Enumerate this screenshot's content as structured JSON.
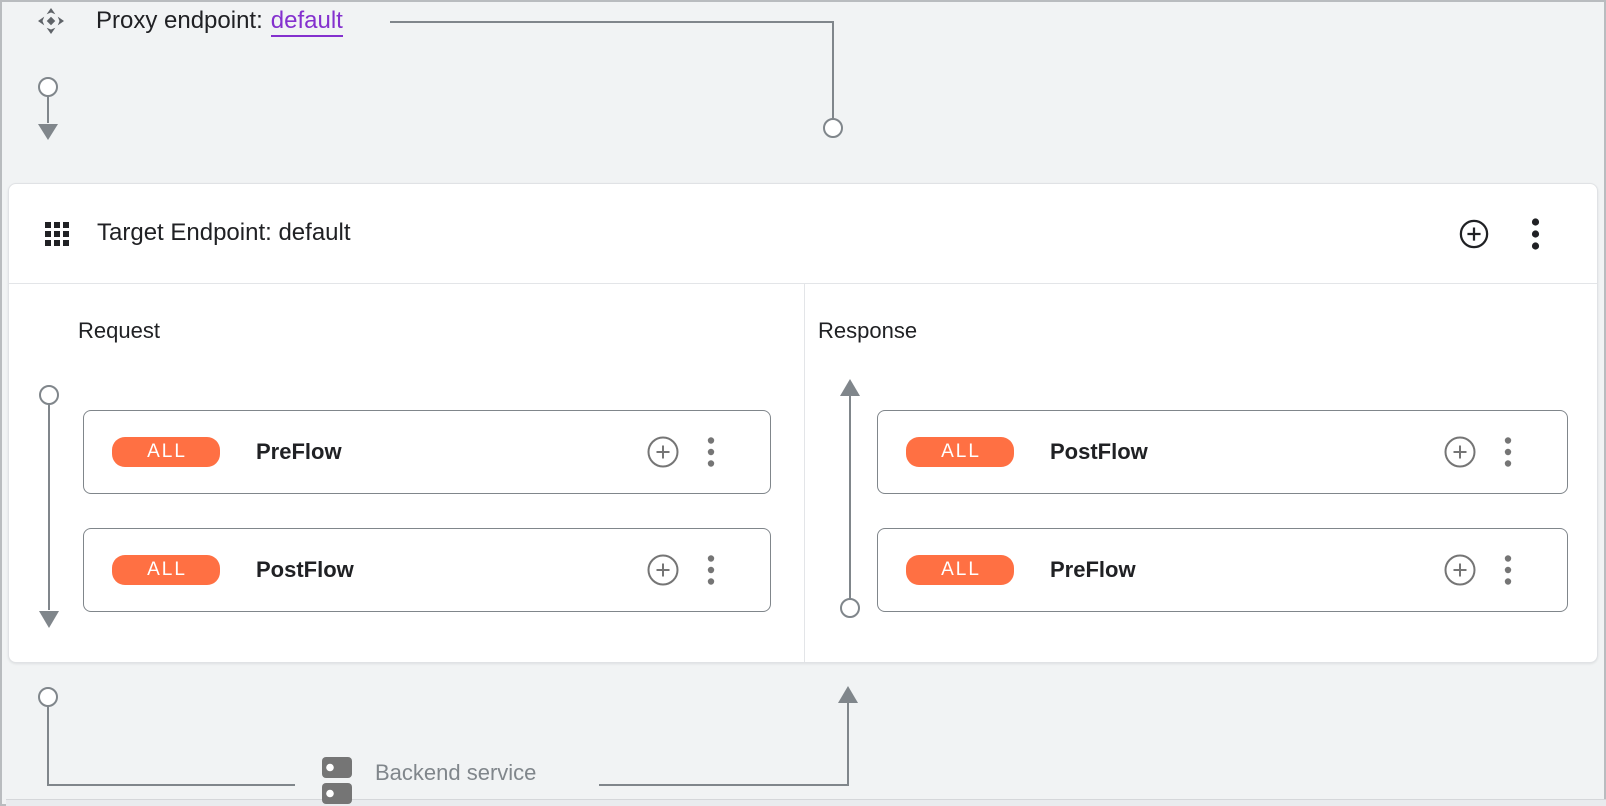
{
  "proxy_endpoint": {
    "label": "Proxy endpoint:",
    "name_link": "default"
  },
  "target_endpoint": {
    "title": "Target Endpoint: default"
  },
  "request": {
    "label": "Request",
    "flows": [
      {
        "condition_badge": "ALL",
        "name": "PreFlow"
      },
      {
        "condition_badge": "ALL",
        "name": "PostFlow"
      }
    ]
  },
  "response": {
    "label": "Response",
    "flows": [
      {
        "condition_badge": "ALL",
        "name": "PostFlow"
      },
      {
        "condition_badge": "ALL",
        "name": "PreFlow"
      }
    ]
  },
  "backend_service": {
    "label": "Backend service"
  },
  "icons": {
    "proxy_endpoint_icon": "diamond-arrows",
    "target_endpoint_icon": "grid-3x3",
    "add_icon": "plus-circle",
    "more_icon": "kebab-vertical",
    "backend_service_icon": "server-stack"
  },
  "colors": {
    "flow_badge_orange": "#FF7043",
    "link_purple": "#8430CE",
    "connector_gray": "#80868B",
    "page_background": "#F1F3F4",
    "panel_white": "#FFFFFF"
  }
}
